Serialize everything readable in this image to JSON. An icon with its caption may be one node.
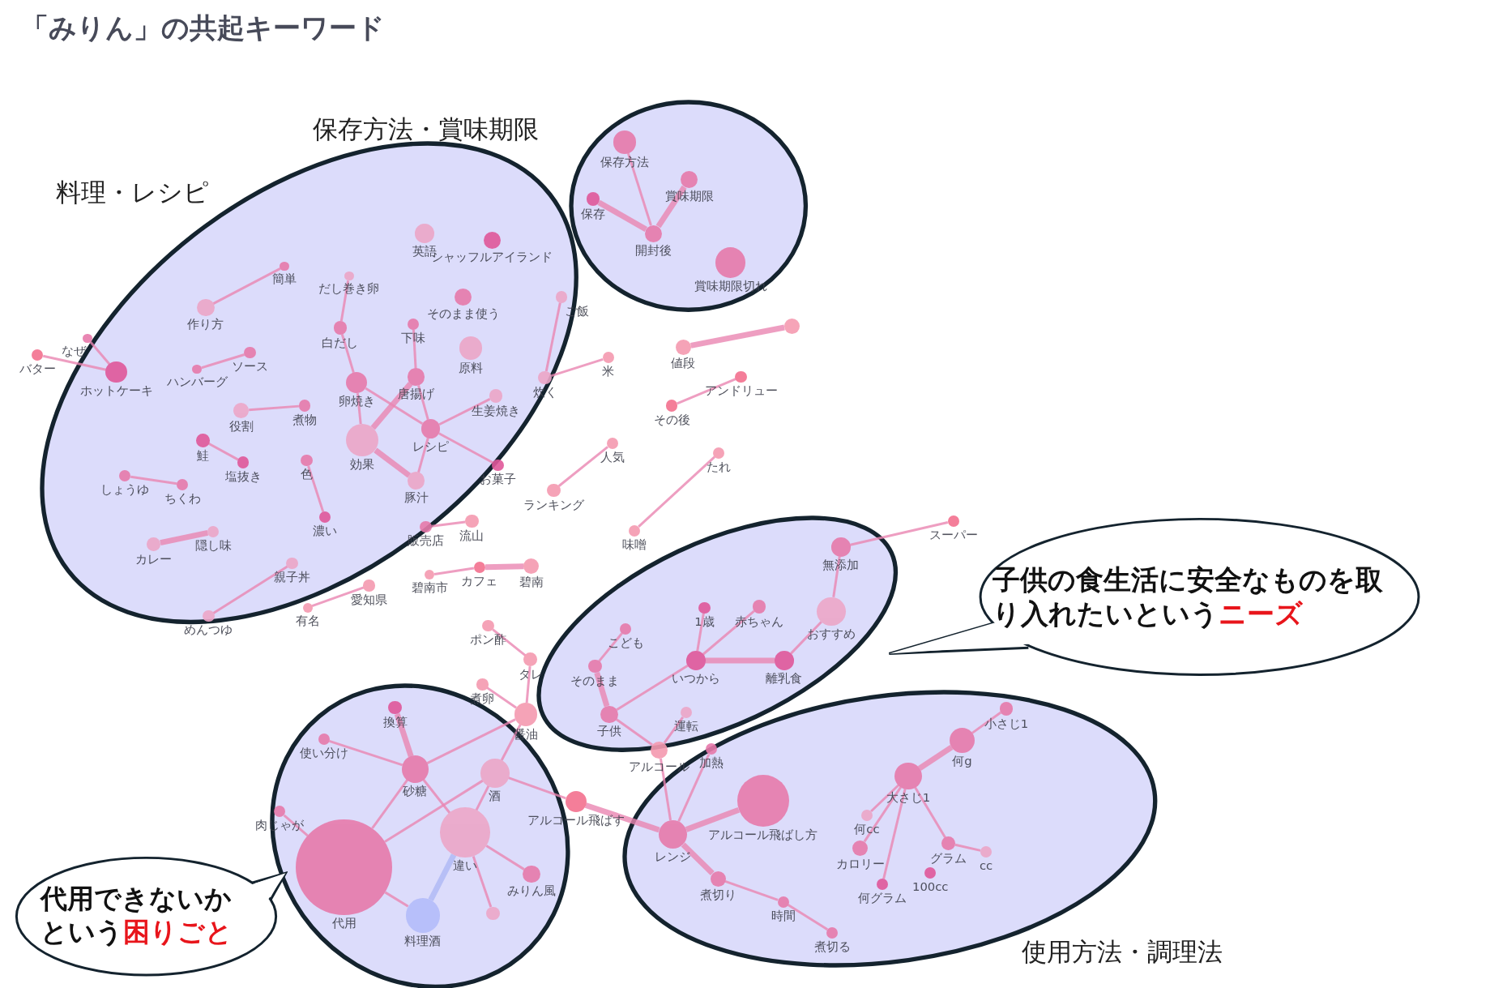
{
  "diagram": {
    "title": "「みりん」の共起キーワード",
    "nodes": [
      {
        "text": [
          "料理・レシピ"
        ]
      },
      {
        "text": [
          "簡単"
        ],
        "in": 0
      },
      {
        "text": [
          "作り方"
        ],
        "in": 0
      },
      {
        "text": [
          "だし巻き卵"
        ],
        "in": 0
      },
      {
        "text": [
          "英語"
        ],
        "in": 0
      },
      {
        "text": [
          "シャッフルアイランド"
        ],
        "in": 0
      },
      {
        "text": [
          "そのまま使う"
        ],
        "in": 0
      },
      {
        "text": [
          "ご飯"
        ],
        "in": 0
      },
      {
        "text": [
          "白だし"
        ],
        "in": 0
      },
      {
        "text": [
          "下味"
        ],
        "in": 0
      },
      {
        "text": [
          "原料"
        ],
        "in": 0
      },
      {
        "text": [
          "なぜ"
        ],
        "in": 0
      },
      {
        "text": [
          "ホットケーキ"
        ],
        "in": 0
      },
      {
        "text": [
          "ソース"
        ],
        "in": 0
      },
      {
        "text": [
          "ハンバーグ"
        ],
        "in": 0
      },
      {
        "text": [
          "卵焼き"
        ],
        "in": 0
      },
      {
        "text": [
          "唐揚げ"
        ],
        "in": 0
      },
      {
        "text": [
          "生姜焼き"
        ],
        "in": 0
      },
      {
        "text": [
          "炊く"
        ],
        "in": 0
      },
      {
        "text": [
          "役割"
        ],
        "in": 0
      },
      {
        "text": [
          "煮物"
        ],
        "in": 0
      },
      {
        "text": [
          "効果"
        ],
        "in": 0
      },
      {
        "text": [
          "レシピ"
        ],
        "in": 0
      },
      {
        "text": [
          "鮭"
        ],
        "in": 0
      },
      {
        "text": [
          "塩抜き"
        ],
        "in": 0
      },
      {
        "text": [
          "色"
        ],
        "in": 0
      },
      {
        "text": [
          "お菓子"
        ],
        "in": 0
      },
      {
        "text": [
          "しょうゆ"
        ],
        "in": 0
      },
      {
        "text": [
          "ちくわ"
        ],
        "in": 0
      },
      {
        "text": [
          "豚汁"
        ],
        "in": 0
      },
      {
        "text": [
          "濃い"
        ],
        "in": 0
      },
      {
        "text": [
          "カレー"
        ],
        "in": 0
      },
      {
        "text": [
          "隠し味"
        ],
        "in": 0
      },
      {
        "text": [
          "販売店"
        ],
        "in": 0
      },
      {
        "text": [
          "親子丼"
        ],
        "in": 0
      },
      {
        "text": [
          "めんつゆ"
        ],
        "in": 0
      },
      {
        "text": [
          "保存方法・賞味期限"
        ]
      },
      {
        "text": [
          "保存方法"
        ],
        "in": 36
      },
      {
        "text": [
          "賞味期限"
        ],
        "in": 36
      },
      {
        "text": [
          "保存"
        ],
        "in": 36
      },
      {
        "text": [
          "開封後"
        ],
        "in": 36
      },
      {
        "text": [
          "賞味期限切れ"
        ],
        "in": 36
      },
      {
        "text": [
          "バター"
        ]
      },
      {
        "text": [
          "米"
        ]
      },
      {
        "text": [
          "値段"
        ]
      },
      {
        "text": [],
        "shape": "circle"
      },
      {
        "text": [
          "その後"
        ]
      },
      {
        "text": [
          "アンドリュー"
        ]
      },
      {
        "text": [
          "人気"
        ]
      },
      {
        "text": [
          "ランキング"
        ]
      },
      {
        "text": [
          "たれ"
        ]
      },
      {
        "text": [
          "流山"
        ]
      },
      {
        "text": [
          "味噌"
        ]
      },
      {
        "text": [
          "スーパー"
        ]
      },
      {
        "text": [
          "有名"
        ]
      },
      {
        "text": [
          "愛知県"
        ]
      },
      {
        "text": [
          "碧南市"
        ]
      },
      {
        "text": [
          "カフェ"
        ]
      },
      {
        "text": [
          "碧南"
        ]
      },
      {
        "text": [],
        "shape": "ellipse"
      },
      {
        "text": [
          "無添加"
        ],
        "in": 59
      },
      {
        "text": [
          "1歳"
        ],
        "in": 59
      },
      {
        "text": [
          "赤ちゃん"
        ],
        "in": 59
      },
      {
        "text": [
          "おすすめ"
        ],
        "in": 59
      },
      {
        "text": [
          "こども"
        ],
        "in": 59
      },
      {
        "text": [
          "いつから"
        ],
        "in": 59
      },
      {
        "text": [
          "離乳食"
        ],
        "in": 59
      },
      {
        "text": [
          "そのまま"
        ],
        "in": 59
      },
      {
        "text": [
          "子供"
        ],
        "in": 59
      },
      {
        "text": [
          "子供の食生活に安全なものを取り入れたいという",
          "ニーズ"
        ]
      },
      {
        "text": [
          "ポン酢"
        ]
      },
      {
        "text": [
          "タレ"
        ]
      },
      {
        "text": [
          "煮卵"
        ]
      },
      {
        "text": [
          "醤油"
        ]
      },
      {
        "text": [
          "運転"
        ],
        "in": 59
      },
      {
        "text": [
          "アルコール"
        ]
      },
      {
        "text": [
          "加熱"
        ]
      },
      {
        "text": [],
        "shape": "ellipse"
      },
      {
        "text": [
          "換算"
        ],
        "in": 77
      },
      {
        "text": [
          "使い分け"
        ],
        "in": 77
      },
      {
        "text": [
          "砂糖"
        ],
        "in": 77
      },
      {
        "text": [
          "酒"
        ],
        "in": 77
      },
      {
        "text": [
          "肉じゃが"
        ],
        "in": 77
      },
      {
        "text": [
          "違い"
        ],
        "in": 77
      },
      {
        "text": [
          "代用"
        ],
        "in": 77
      },
      {
        "text": [
          "料理酒"
        ],
        "in": 77
      },
      {
        "text": [
          "みりん風"
        ],
        "in": 77
      },
      {
        "text": [],
        "shape": "circle",
        "in": 77
      },
      {
        "text": [
          "アルコール飛ばす"
        ]
      },
      {
        "text": [
          "使用方法・調理法"
        ]
      },
      {
        "text": [
          "小さじ1"
        ],
        "in": 89
      },
      {
        "text": [
          "何g"
        ],
        "in": 89
      },
      {
        "text": [
          "大さじ1"
        ],
        "in": 89
      },
      {
        "text": [
          "アルコール飛ばし方"
        ],
        "in": 89
      },
      {
        "text": [
          "レンジ"
        ],
        "in": 89
      },
      {
        "text": [
          "何cc"
        ],
        "in": 89
      },
      {
        "text": [
          "カロリー"
        ],
        "in": 89
      },
      {
        "text": [
          "グラム"
        ],
        "in": 89
      },
      {
        "text": [
          "cc"
        ],
        "in": 89
      },
      {
        "text": [
          "100cc"
        ],
        "in": 89
      },
      {
        "text": [
          "煮切り"
        ],
        "in": 89
      },
      {
        "text": [
          "何グラム"
        ],
        "in": 89
      },
      {
        "text": [
          "時間"
        ],
        "in": 89
      },
      {
        "text": [
          "煮切る"
        ],
        "in": 89
      },
      {
        "text": [
          "代用できないかという",
          "困りごと"
        ]
      }
    ],
    "edges": [
      {
        "from": 1,
        "to": 2,
        "arrow": "none"
      },
      {
        "from": 3,
        "to": 8,
        "arrow": "none"
      },
      {
        "from": 8,
        "to": 15,
        "arrow": "none"
      },
      {
        "from": 15,
        "to": 21,
        "arrow": "none"
      },
      {
        "from": 15,
        "to": 22,
        "arrow": "none"
      },
      {
        "from": 9,
        "to": 16,
        "arrow": "none"
      },
      {
        "from": 16,
        "to": 21,
        "arrow": "none",
        "style": "thick"
      },
      {
        "from": 16,
        "to": 22,
        "arrow": "none"
      },
      {
        "from": 22,
        "to": 17,
        "arrow": "none"
      },
      {
        "from": 22,
        "to": 26,
        "arrow": "none"
      },
      {
        "from": 22,
        "to": 29,
        "arrow": "none"
      },
      {
        "from": 21,
        "to": 29,
        "arrow": "none",
        "style": "thick"
      },
      {
        "from": 7,
        "to": 18,
        "arrow": "none"
      },
      {
        "from": 18,
        "to": 43,
        "arrow": "none"
      },
      {
        "from": 42,
        "to": 12,
        "arrow": "none"
      },
      {
        "from": 11,
        "to": 12,
        "arrow": "none"
      },
      {
        "from": 14,
        "to": 13,
        "arrow": "none"
      },
      {
        "from": 19,
        "to": 20,
        "arrow": "none"
      },
      {
        "from": 23,
        "to": 24,
        "arrow": "none"
      },
      {
        "from": 25,
        "to": 30,
        "arrow": "none"
      },
      {
        "from": 27,
        "to": 28,
        "arrow": "none"
      },
      {
        "from": 31,
        "to": 32,
        "arrow": "none",
        "style": "thick"
      },
      {
        "from": 34,
        "to": 35,
        "arrow": "none"
      },
      {
        "from": 54,
        "to": 55,
        "arrow": "none"
      },
      {
        "from": 33,
        "to": 51,
        "arrow": "none"
      },
      {
        "from": 56,
        "to": 57,
        "arrow": "none"
      },
      {
        "from": 57,
        "to": 58,
        "arrow": "none",
        "style": "thick"
      },
      {
        "from": 37,
        "to": 40,
        "arrow": "none"
      },
      {
        "from": 39,
        "to": 40,
        "arrow": "none",
        "style": "thick"
      },
      {
        "from": 38,
        "to": 40,
        "arrow": "none",
        "style": "thick"
      },
      {
        "from": 44,
        "to": 45,
        "arrow": "none",
        "style": "thick"
      },
      {
        "from": 46,
        "to": 47,
        "arrow": "none"
      },
      {
        "from": 48,
        "to": 49,
        "arrow": "none"
      },
      {
        "from": 50,
        "to": 52,
        "arrow": "none"
      },
      {
        "from": 53,
        "to": 60,
        "arrow": "none"
      },
      {
        "from": 60,
        "to": 63,
        "arrow": "none"
      },
      {
        "from": 63,
        "to": 66,
        "arrow": "none"
      },
      {
        "from": 66,
        "to": 65,
        "arrow": "none",
        "style": "thick"
      },
      {
        "from": 65,
        "to": 61,
        "arrow": "none"
      },
      {
        "from": 65,
        "to": 62,
        "arrow": "none"
      },
      {
        "from": 65,
        "to": 68,
        "arrow": "none"
      },
      {
        "from": 64,
        "to": 67,
        "arrow": "none"
      },
      {
        "from": 67,
        "to": 68,
        "arrow": "none",
        "style": "thick"
      },
      {
        "from": 68,
        "to": 75,
        "arrow": "none"
      },
      {
        "from": 74,
        "to": 75,
        "arrow": "none"
      },
      {
        "from": 76,
        "to": 94,
        "arrow": "none"
      },
      {
        "from": 75,
        "to": 94,
        "arrow": "none"
      },
      {
        "from": 70,
        "to": 71,
        "arrow": "none"
      },
      {
        "from": 71,
        "to": 73,
        "arrow": "none"
      },
      {
        "from": 72,
        "to": 73,
        "arrow": "none"
      },
      {
        "from": 73,
        "to": 80,
        "arrow": "none"
      },
      {
        "from": 73,
        "to": 81,
        "arrow": "none"
      },
      {
        "from": 78,
        "to": 80,
        "arrow": "none",
        "style": "thick"
      },
      {
        "from": 79,
        "to": 80,
        "arrow": "none"
      },
      {
        "from": 80,
        "to": 84,
        "arrow": "none"
      },
      {
        "from": 80,
        "to": 83,
        "arrow": "none"
      },
      {
        "from": 81,
        "to": 84,
        "arrow": "none"
      },
      {
        "from": 81,
        "to": 83,
        "arrow": "none"
      },
      {
        "from": 81,
        "to": 88,
        "arrow": "none"
      },
      {
        "from": 88,
        "to": 94,
        "arrow": "none",
        "style": "thick"
      },
      {
        "from": 82,
        "to": 84,
        "arrow": "none"
      },
      {
        "from": 84,
        "to": 85,
        "arrow": "none"
      },
      {
        "from": 83,
        "to": 85,
        "arrow": "none",
        "style": "thick",
        "color": "#b4bdf5"
      },
      {
        "from": 83,
        "to": 86,
        "arrow": "none"
      },
      {
        "from": 83,
        "to": 87,
        "arrow": "none"
      },
      {
        "from": 94,
        "to": 93,
        "arrow": "none",
        "style": "thick"
      },
      {
        "from": 94,
        "to": 100,
        "arrow": "none",
        "style": "thick"
      },
      {
        "from": 100,
        "to": 102,
        "arrow": "none"
      },
      {
        "from": 102,
        "to": 103,
        "arrow": "none"
      },
      {
        "from": 90,
        "to": 91,
        "arrow": "none"
      },
      {
        "from": 91,
        "to": 92,
        "arrow": "none",
        "style": "thick"
      },
      {
        "from": 92,
        "to": 95,
        "arrow": "none"
      },
      {
        "from": 92,
        "to": 96,
        "arrow": "none"
      },
      {
        "from": 92,
        "to": 101,
        "arrow": "none"
      },
      {
        "from": 92,
        "to": 97,
        "arrow": "none"
      },
      {
        "from": 97,
        "to": 98,
        "arrow": "none"
      }
    ]
  }
}
